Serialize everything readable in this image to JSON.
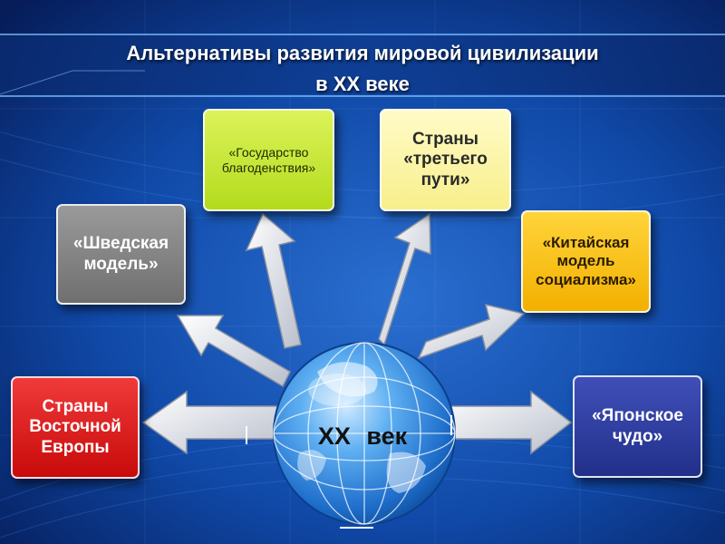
{
  "title": {
    "line1": "Альтернативы развития мировой цивилизации",
    "line2": "в XX веке"
  },
  "center": {
    "label": "XX  век"
  },
  "boxes": {
    "eastern_europe": "Страны\nВосточной\nЕвропы",
    "swedish_model": "«Шведская\nмодель»",
    "welfare_state": "«Государство\nблагоденствия»",
    "third_way": "Страны\n«третьего\nпути»",
    "chinese_model": "«Китайская\nмодель\nсоциализма»",
    "japanese_miracle": "«Японское\nчудо»"
  },
  "colors": {
    "background": "#0d3b8c",
    "eastern_europe": "#e01f1f",
    "swedish_model": "#808080",
    "welfare_state": "#c4e63a",
    "third_way": "#fbf5a8",
    "chinese_model": "#f7c10e",
    "japanese_miracle": "#2e3c9e",
    "globe": "#3a8fe0"
  }
}
